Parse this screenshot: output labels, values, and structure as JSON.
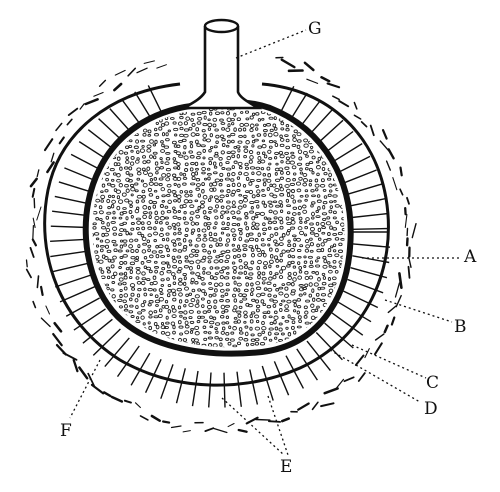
{
  "labels": {
    "G": "G",
    "A": "A",
    "B": "B",
    "C": "C",
    "D": "D",
    "E": "E",
    "F": "F"
  },
  "colors": {
    "ink": "#111111",
    "paper": "#ffffff"
  }
}
